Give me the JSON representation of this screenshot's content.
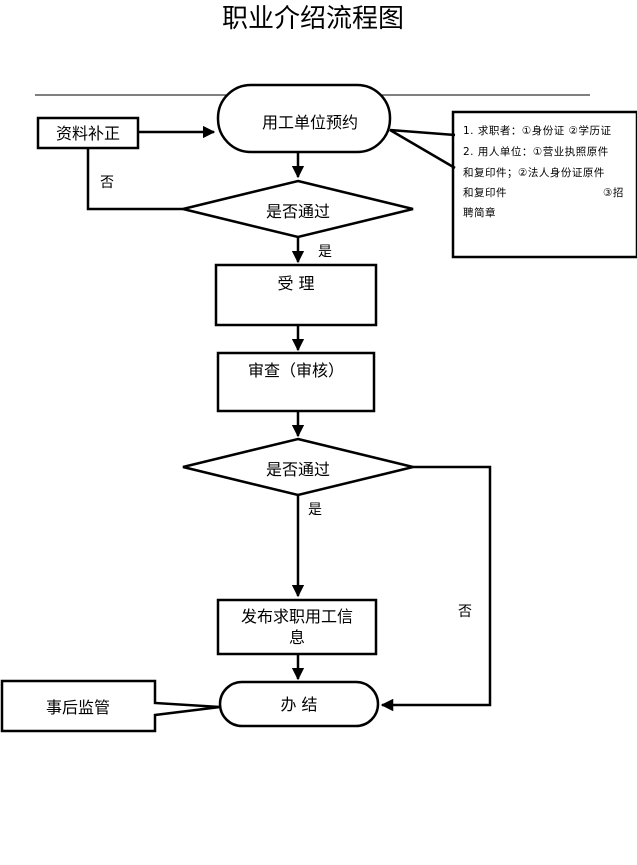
{
  "title": "职业介绍流程图",
  "nodes": {
    "booking": "用工单位预约",
    "supplement": "资料补正",
    "check1": "是否通过",
    "accept": "受    理",
    "review": "审查（审核）",
    "check2": "是否通过",
    "publish_line1": "发布求职用工信",
    "publish_line2": "息",
    "finish": "办    结",
    "supervision": "事后监管"
  },
  "edge_labels": {
    "no1": "否",
    "yes1": "是",
    "yes2": "是",
    "no2": "否"
  },
  "note": {
    "line1": "1. 求职者：①身份证 ②学历证",
    "line2": "2. 用人单位：①营业执照原件",
    "line3": "和复印件；②法人身份证原件",
    "line4a": "和复印件",
    "line4b": "③招",
    "line5": "聘简章"
  }
}
